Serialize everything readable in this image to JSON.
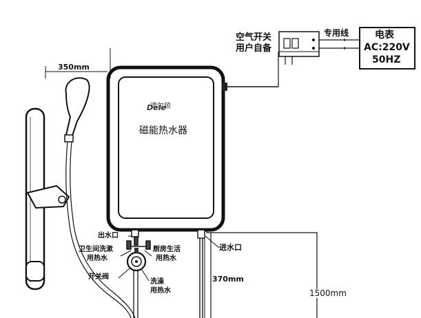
{
  "heater": {
    "brand": "德尔顿",
    "name": "磁能热水器"
  },
  "labels": {
    "breaker_line1": "空气开关",
    "breaker_line2": "用户自备",
    "dedicated_line": "专用线",
    "meter_title": "电表",
    "meter_ac": "AC:220V",
    "meter_hz": "50HZ",
    "dim_shower": "350mm",
    "outlet": "出水口",
    "inlet": "进水口",
    "bathroom_1": "卫生间洗漱",
    "bathroom_2": "用热水",
    "kitchen_1": "厨房生活",
    "kitchen_2": "用热水",
    "valve": "开关阀",
    "bath_1": "洗澡",
    "bath_2": "用热水",
    "dim_inlet": "370mm",
    "dim_floor": "1500mm"
  }
}
